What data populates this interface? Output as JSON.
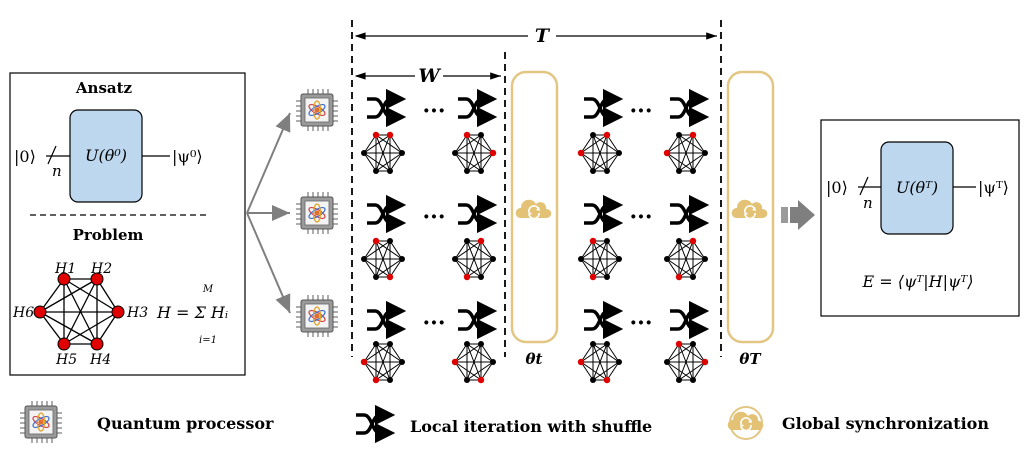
{
  "ansatz_panel": {
    "title": "Ansatz",
    "input_state": "|0⟩",
    "qubit_count": "n",
    "gate": "U(θ⁰)",
    "output_state": "|ψ⁰⟩",
    "problem_title": "Problem",
    "hamiltonian": "H = Σ Hᵢ",
    "sum_upper": "M",
    "sum_lower": "i=1",
    "graph_nodes": [
      "H1",
      "H2",
      "H3",
      "H4",
      "H5",
      "H6"
    ]
  },
  "timeline": {
    "total_label": "T",
    "window_label": "W",
    "ellipsis": "···",
    "sync_params": [
      "θt",
      "θT"
    ],
    "processor_count": 3
  },
  "result_panel": {
    "input_state": "|0⟩",
    "qubit_count": "n",
    "gate": "U(θᵀ)",
    "output_state": "|ψᵀ⟩",
    "energy": "E = ⟨ψᵀ|H|ψᵀ⟩"
  },
  "legend": [
    {
      "icon": "quantum-processor-icon",
      "label": "Quantum processor"
    },
    {
      "icon": "shuffle-icon",
      "label": "Local iteration with shuffle"
    },
    {
      "icon": "cloud-sync-icon",
      "label": "Global synchronization"
    }
  ],
  "colors": {
    "gate_fill": "#bdd7ee",
    "node_red": "#e00000",
    "sync_border": "#e2c682",
    "sync_icon": "#e3c275",
    "arrow_gray": "#7f7f7f"
  }
}
